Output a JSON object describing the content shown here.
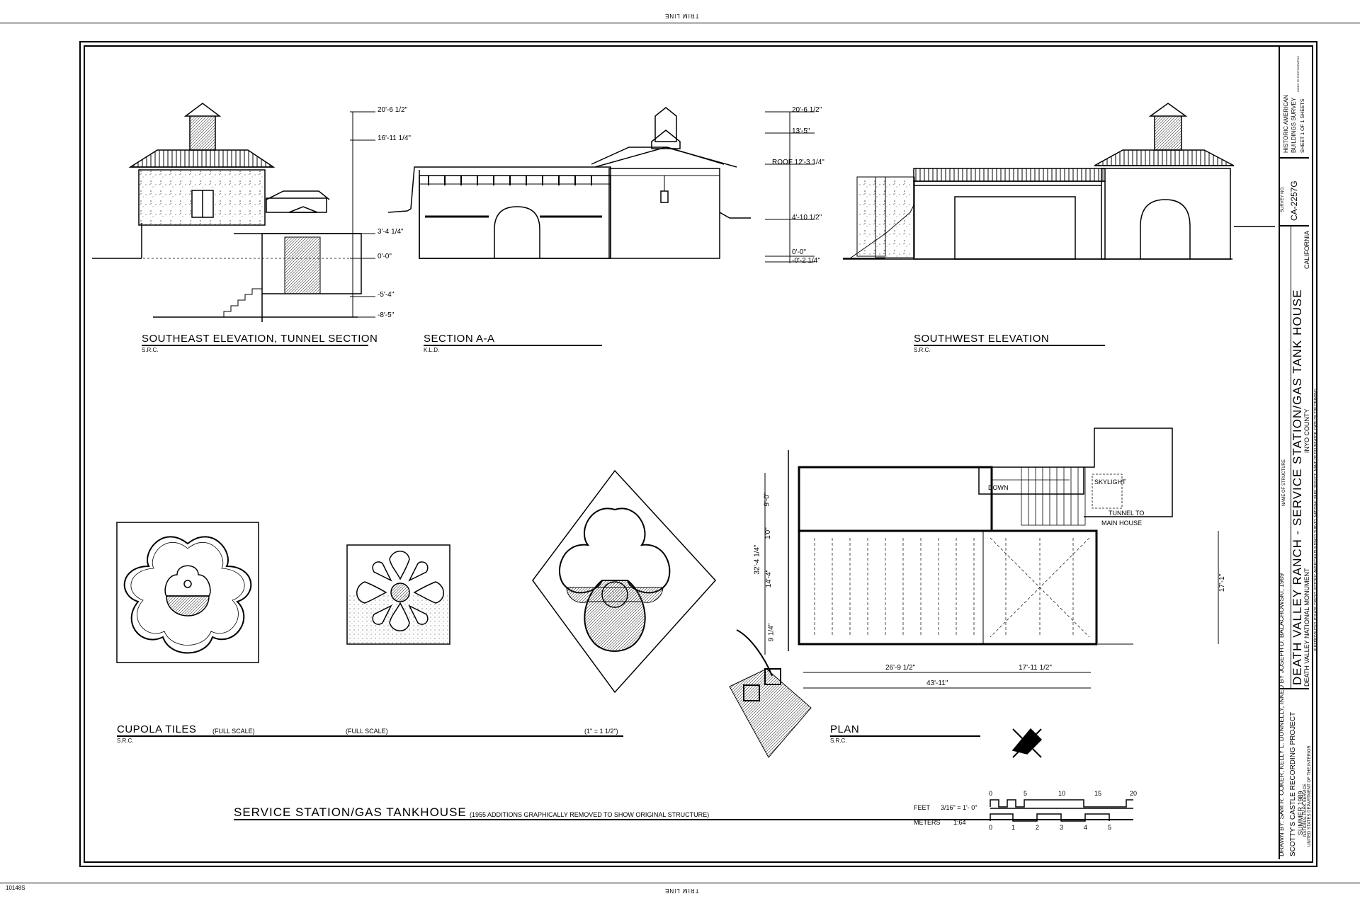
{
  "trim_line_top": "TRIM LINE",
  "trim_line_bottom": "TRIM LINE",
  "sheet_code": "10148S",
  "drawings": {
    "southeast": {
      "title": "SOUTHEAST ELEVATION, TUNNEL SECTION",
      "author": "S.R.C.",
      "levels": [
        "20'-6 1/2\"",
        "16'-11 1/4\"",
        "3'-4 1/4\"",
        "0'-0\"",
        "-5'-4\"",
        "-8'-5\""
      ]
    },
    "section_aa": {
      "title": "SECTION A-A",
      "author": "K.L.D."
    },
    "southwest": {
      "title": "SOUTHWEST ELEVATION",
      "author": "S.R.C.",
      "levels": [
        "20'-6 1/2\"",
        "13'-5\"",
        "ROOF 12'-3 1/4\"",
        "4'-10 1/2\"",
        "0'-0\"",
        "-0'-2 1/4\""
      ]
    },
    "cupola_tiles": {
      "title": "CUPOLA TILES",
      "scale_1": "(FULL SCALE)",
      "scale_2": "(FULL SCALE)",
      "scale_3": "(1\" = 1 1/2\")",
      "author": "S.R.C."
    },
    "plan": {
      "title": "PLAN",
      "author": "S.R.C.",
      "labels": {
        "down": "DOWN",
        "skylight": "SKYLIGHT",
        "tunnel": "TUNNEL TO",
        "main_house": "MAIN HOUSE"
      },
      "dims": {
        "d1": "9'-0\"",
        "d2": "1'0\"",
        "d3": "32'-4 1/4\"",
        "d4": "14'-4\"",
        "d5": "9 1/4\"",
        "d6": "17'-1\"",
        "d7": "26'-9 1/2\"",
        "d8": "17'-11 1/2\"",
        "d9": "43'-11\""
      }
    }
  },
  "main_title": {
    "title": "SERVICE  STATION/GAS  TANKHOUSE",
    "note": "(1955 ADDITIONS GRAPHICALLY REMOVED TO SHOW ORIGINAL STRUCTURE)"
  },
  "scale_bar": {
    "feet_label": "FEET",
    "feet_scale": "3/16\" = 1'- 0\"",
    "meters_label": "METERS",
    "meters_scale": "1:64",
    "feet_ticks": [
      "0",
      "5",
      "10",
      "15",
      "20"
    ],
    "meter_ticks": [
      "0",
      "1",
      "2",
      "3",
      "4",
      "5"
    ]
  },
  "title_block": {
    "credits": "DRAWN BY: SAM R. COKER, KELLY L. DONNELLY, INKED BY JOSEPH D. BALACHOWSKI, 1989",
    "project": "SCOTTY'S CASTLE RECORDING PROJECT",
    "date": "SUMMER 1989",
    "agency1": "NATIONAL PARK SERVICE",
    "agency2": "UNITED STATES DEPARTMENT OF THE INTERIOR",
    "name_label": "NAME OF STRUCTURE",
    "building_name": "DEATH  VALLEY  RANCH  -  SERVICE  STATION/GAS  TANK  HOUSE",
    "location": "DEATH VALLEY NATIONAL MONUMENT",
    "county": "INYO COUNTY",
    "state": "CALIFORNIA",
    "reproduction_note": "IF REPRODUCED, PLEASE CREDIT: HISTORIC AMERICAN BUILDINGS SURVEY, NATIONAL PARK SERVICE, NAME OF DELINEATOR, DATE OF THE DRAWING",
    "survey_label": "SURVEY NO.",
    "survey_no": "CA-2257G",
    "habs": "HISTORIC AMERICAN BUILDINGS SURVEY",
    "sheet": "SHEET  1  OF  1  SHEETS",
    "index_label": "INDEX TO PHOTOGRAPHS"
  }
}
